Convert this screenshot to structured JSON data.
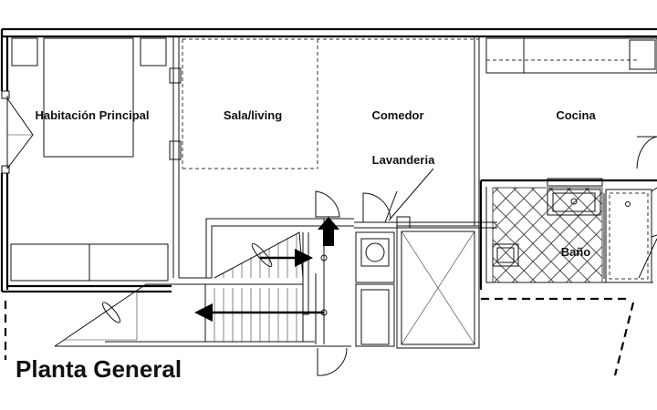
{
  "plan": {
    "title": "Planta General",
    "rooms": {
      "bedroom": "Habitación Principal",
      "living": "Sala/living",
      "dining": "Comedor",
      "kitchen": "Cocina",
      "laundry": "Lavanderia",
      "bathroom": "Baño"
    },
    "symbols": {
      "entry": "up-arrow-icon",
      "stairs": "stair-direction-arrow-icon"
    },
    "colors": {
      "line": "#000000",
      "background": "#ffffff"
    }
  }
}
